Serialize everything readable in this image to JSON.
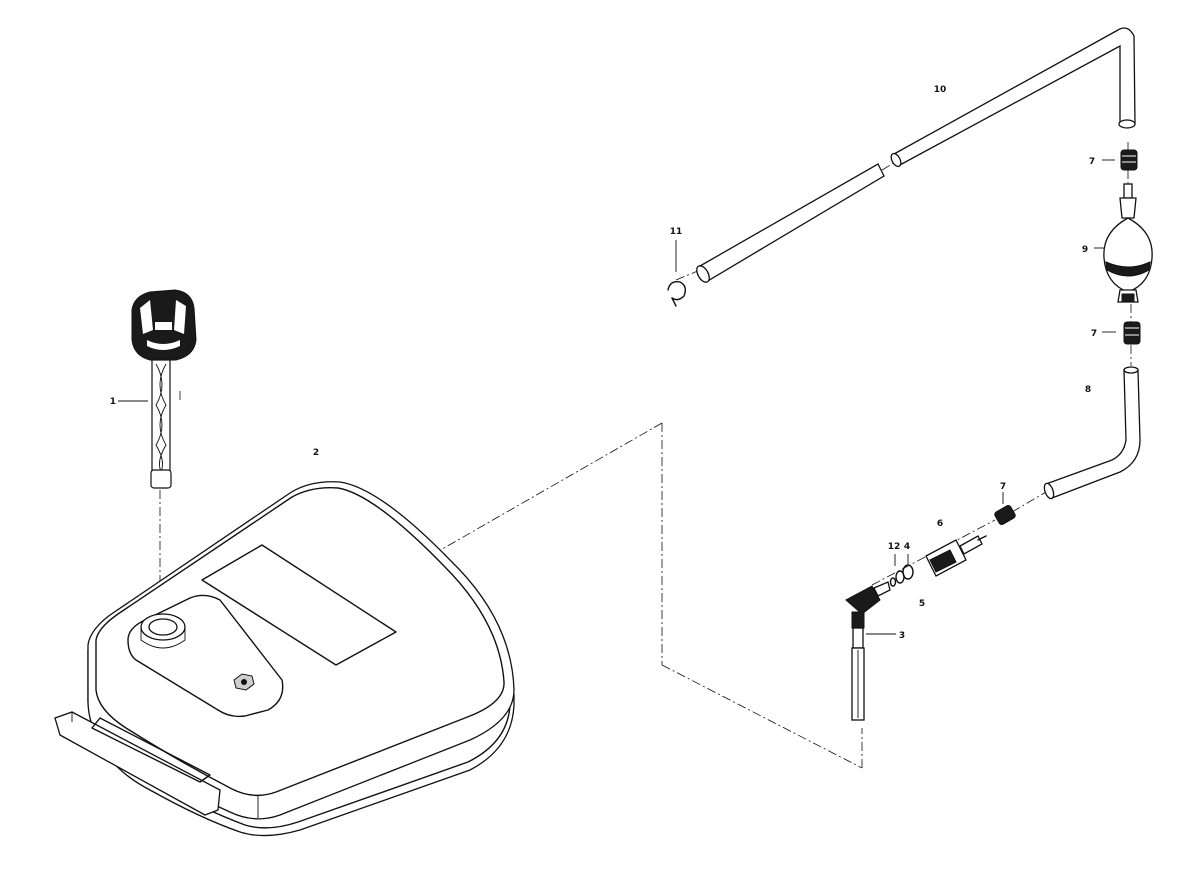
{
  "labels": {
    "p1": "1",
    "p2": "2",
    "p3": "3",
    "p4": "4",
    "p5": "5",
    "p6": "6",
    "p7a": "7",
    "p7b": "7",
    "p7c": "7",
    "p8": "8",
    "p9": "9",
    "p10": "10",
    "p11": "11",
    "p12": "12"
  }
}
